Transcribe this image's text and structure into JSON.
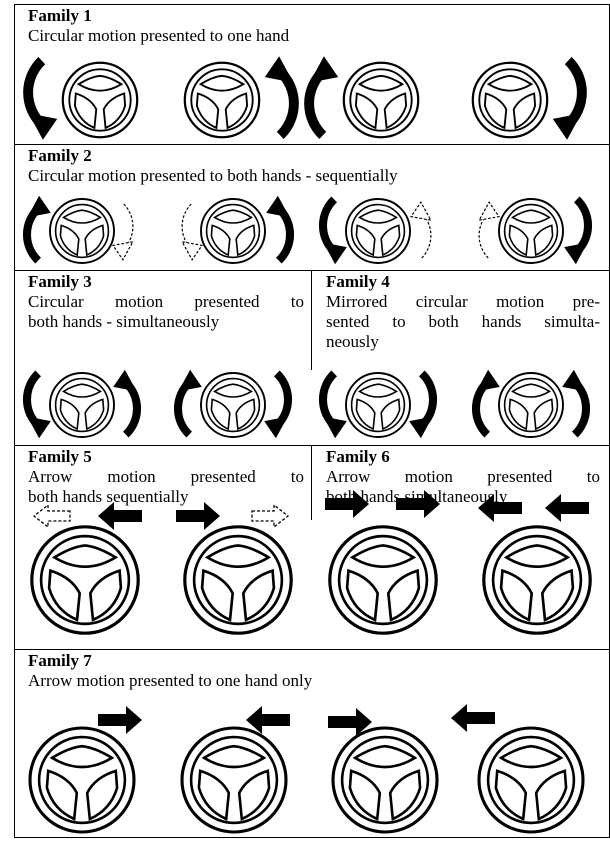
{
  "families": [
    {
      "id": "f1",
      "title": "Family 1",
      "description": "Circular motion presented to one hand"
    },
    {
      "id": "f2",
      "title": "Family 2",
      "description": "Circular motion presented to both hands - sequentially"
    },
    {
      "id": "f3",
      "title": "Family 3",
      "description_lines": [
        "Circular motion presented to",
        "both hands - simultaneously"
      ]
    },
    {
      "id": "f4",
      "title": "Family 4",
      "description_lines": [
        "Mirrored circular motion pre-",
        "sented to both hands simulta-",
        "neously"
      ]
    },
    {
      "id": "f5",
      "title": "Family 5",
      "description_lines": [
        "Arrow motion presented to",
        "both hands sequentially"
      ]
    },
    {
      "id": "f6",
      "title": "Family 6",
      "description_lines": [
        "Arrow motion presented to",
        "both hands simultaneously"
      ]
    },
    {
      "id": "f7",
      "title": "Family 7",
      "description": "Arrow motion presented to one hand only"
    }
  ]
}
